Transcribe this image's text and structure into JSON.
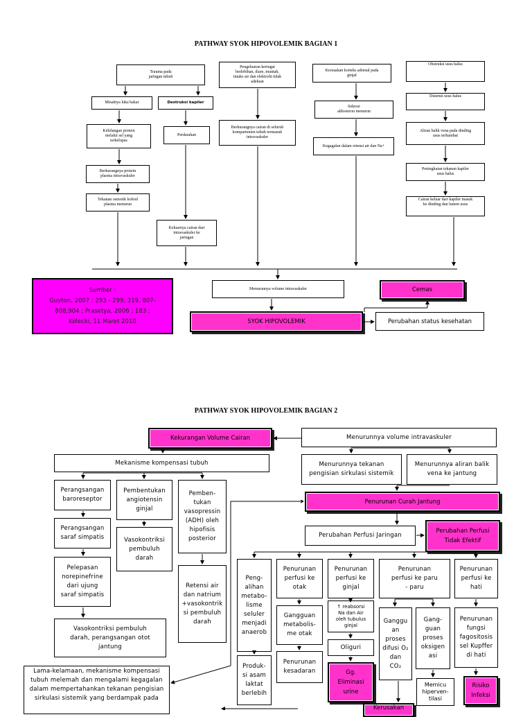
{
  "part1": {
    "title": "PATHWAY SYOK HIPOVOLEMIK BAGIAN 1",
    "trauma": "Trauma pada\njaringan tubuh",
    "luka_bakar": "Misalnya luka bakar",
    "destruksi": "Destruksi kapiler",
    "kehilangan_protein": "Kehilangan protein\nmelalui sel yang\nterkelupas",
    "berkurang_protein": "Berkurangnya protein\nplasma intravaskuler",
    "tekanan_osmotik": "Tekanan osmotik koloid\nplasma menurun",
    "perdarahan": "Perdarahan",
    "keluarnya_cairan": "Keluarnya cairan dari\nintravaskuler ke\njaringan",
    "pengeluaran": "Pengeluaran keringat\nberlebihan, diare, muntah,\nintake air dan elektrolit tidak\nadekuat",
    "berkurang_cairan": "Berkurangnya cairan di seluruh\nkompartemen tubuh termasuk\nintravaskuler",
    "kerusakan_korteks": "Kerusakan korteks adrenal pada\nginjal",
    "sekresi": "Sekresi\naldosteron menurun",
    "kegagalan_retensi": "Kegagalan dalam retensi air dan Na+",
    "obstruksi": "Obstruksi usus halus",
    "distensi": "Distensi usus halus",
    "aliran_balik": "Aliran balik vena pada dinding\nusus terhambat",
    "peningkatan_tekanan": "Peningkatan tekanan kapiler\nusus halus",
    "cairan_keluar": "Cairan keluar dari kapiler masuk\nke dinding dan lumen usus",
    "menurunnya_volume": "Menurunnya volume intravaskuler",
    "sumber": "Sumber :\nGuyton, 2007 : 293 - 299, 319, 807-\n808,904 ; Prasetya, 2006 : 183 ;\nKolecki, 11 Maret 2010",
    "cemas": "Cemas",
    "syok": "SYOK HIPOVOLEMIK",
    "perubahan_status": "Perubahan status kesehatan"
  },
  "part2": {
    "title": "PATHWAY SYOK HIPOVOLEMIK BAGIAN 2",
    "kekurangan_volume": "Kekurangan Volume Cairan",
    "menurunnya_volume": "Menurunnya volume intravaskuler",
    "mekanisme": "Mekanisme kompensasi tubuh",
    "menurunnya_tekanan": "Menurunnya tekanan\npengisian sirkulasi sistemik",
    "menurunnya_aliran": "Menurunnya aliran balik\nvena ke jantung",
    "baroreseptor": "Perangsangan\nbaroreseptor",
    "angiotensin": "Pembentukan\nangiotensin\nginjal",
    "vasopressin": "Pemben-\ntukan\nvasopressin\n(ADH) oleh\nhipofisis\nposterior",
    "penurunan_curah": "Penurunan Curah Jantung",
    "saraf_simpatis": "Perangsangan\nsaraf simpatis",
    "vasokontriksi_pembuluh": "Vasokontriksi\npembuluh\ndarah",
    "perubahan_perfusi_jaringan": "Perubahan Perfusi Jaringan",
    "perubahan_perfusi_tidak": "Perubahan Perfusi\nTidak Efektif",
    "norepinefrine": "Pelepasan\nnorepinefrine\ndari ujung\nsaraf simpatis",
    "retensi": "Retensi air\ndan natrium\n+vasokontrik\nsi pembuluh\ndarah",
    "pengalihan": "Peng-\nalihan\nmetabo-\nlisme\nseluler\nmenjadi\nanaerob",
    "perfusi_otak": "Penurunan\nperfusi ke\notak",
    "perfusi_ginjal": "Penurunan\nperfusi ke\nginjal",
    "perfusi_paru": "Penurunan\nperfusi ke paru\n- paru",
    "perfusi_hati": "Penurunan\nperfusi ke\nhati",
    "reabsorsi": "↑ reabsorsi\nNa dan Air\noleh tubulus\nginjal",
    "vasokontriksi_otot": "Vasokontriksi pembuluh\ndarah, perangsangan otot\njantung",
    "gangguan_metabolisme": "Gangguan\nmetabolis-\nme otak",
    "gangguan_difusi": "Ganggu\nan\nproses\ndifusi O₂\ndan\nCO₂",
    "gangguan_oksigenasi": "Gang-\nguan\nproses\noksigen\nasi",
    "fungsi_fagositosis": "Penurunan\nfungsi\nfagositosis\nsel Kupffer\ndi hati",
    "oliguri": "Oliguri",
    "produksi_asam": "Produk-\nsi asam\nlaktat\nberlebih",
    "penurunan_kesadaran": "Penurunan\nkesadaran",
    "eliminasi_urine": "Gg.\nEliminasi\nurine",
    "memicu": "Memicu\nhiperven-\ntilasi",
    "risiko_infeksi": "Risiko\nInfeksi",
    "lama_kelamaan": "Lama-kelamaan, mekanisme kompensasi\ntubuh melemah dan mengalami kegagalan\ndalam mempertahankan tekanan pengisian\nsirkulasi sistemik yang berdampak pada",
    "kerusakan": "Kerusakan"
  }
}
